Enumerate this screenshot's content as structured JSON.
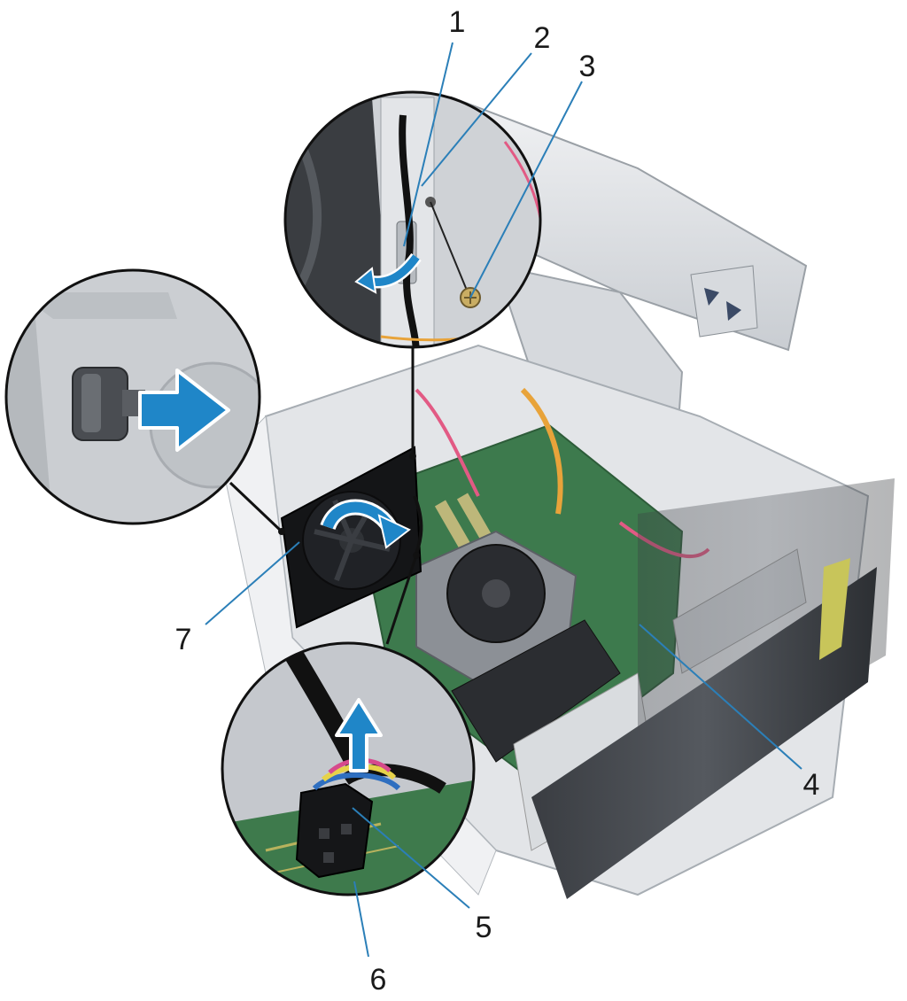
{
  "callouts": [
    {
      "number": "1"
    },
    {
      "number": "2"
    },
    {
      "number": "3"
    },
    {
      "number": "4"
    },
    {
      "number": "5"
    },
    {
      "number": "6"
    },
    {
      "number": "7"
    }
  ],
  "colors": {
    "leader_line": "#2b7fb8",
    "arrow": "#1f86c8",
    "arrow_stroke": "#ffffff",
    "chassis_light": "#e7e9ec",
    "chassis_mid": "#c7cbd0",
    "chassis_dark": "#2f3236",
    "motherboard": "#3f7a4e",
    "fan": "#1b1c1f",
    "cable_pink": "#e25a84",
    "cable_orange": "#e8a33a"
  },
  "icons": {
    "fan": "fan-icon",
    "screw": "screw-icon",
    "connector": "fan-cable-connector-icon",
    "arrow_right": "arrow-right-icon",
    "arrow_up": "arrow-up-icon",
    "arrow_rotate": "rotate-arrow-icon"
  }
}
